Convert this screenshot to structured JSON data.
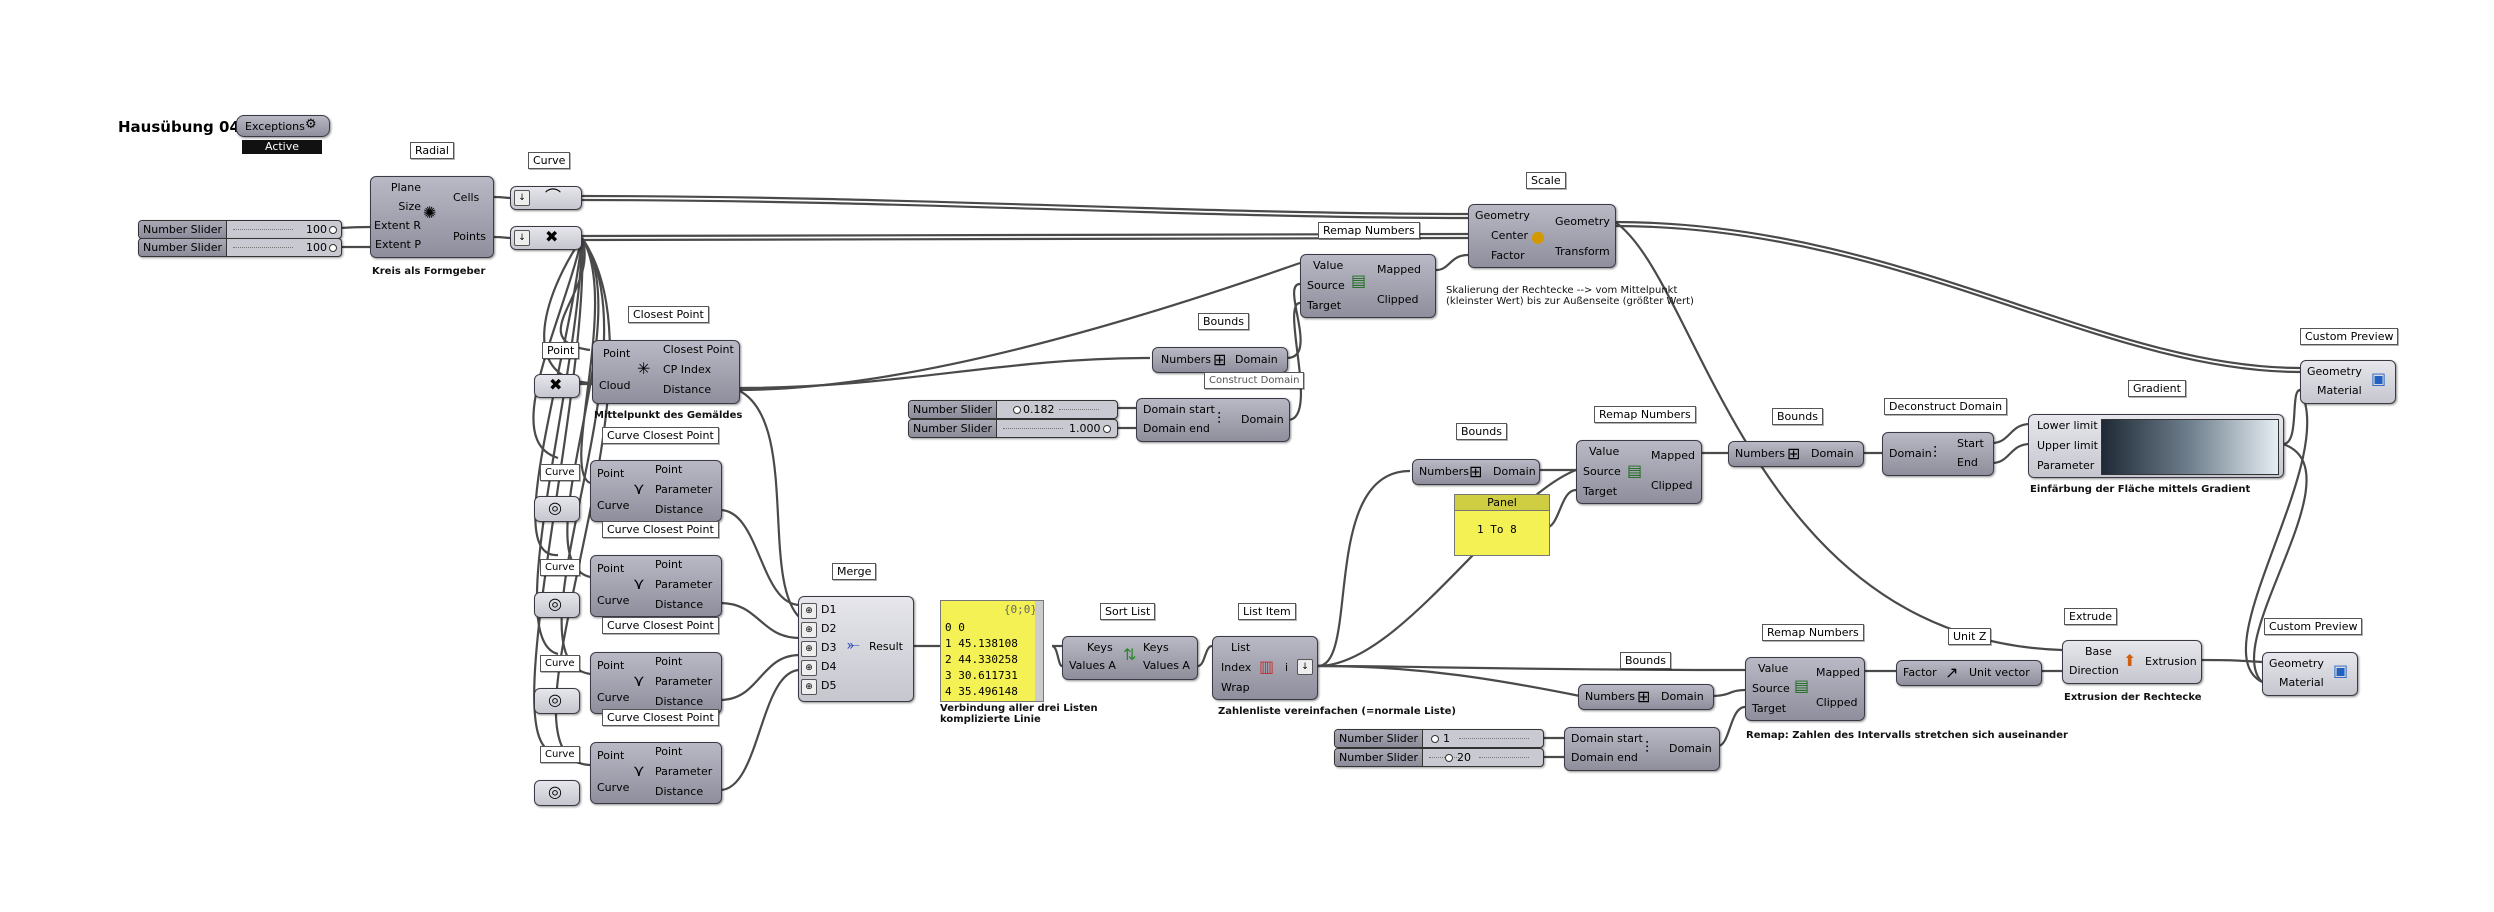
{
  "title": "Hausübung 04",
  "exceptions": {
    "label": "Exceptions",
    "state": "Active"
  },
  "sliders": {
    "extent_r": {
      "name": "Number Slider",
      "value": "100"
    },
    "extent_p": {
      "name": "Number Slider",
      "value": "100"
    },
    "domain_start": {
      "name": "Number Slider",
      "value": "0.182"
    },
    "domain_end": {
      "name": "Number Slider",
      "value": "1.000"
    },
    "remap_start": {
      "name": "Number Slider",
      "value": "1"
    },
    "remap_end": {
      "name": "Number Slider",
      "value": "20"
    }
  },
  "radial": {
    "tag": "Radial",
    "inputs": [
      "Plane",
      "Size",
      "Extent R",
      "Extent P"
    ],
    "outputs": [
      "Cells",
      "Points"
    ],
    "caption": "Kreis als Formgeber"
  },
  "curve_param": {
    "tag": "Curve"
  },
  "closest_point": {
    "tag": "Closest Point",
    "point_tag": "Point",
    "inputs": [
      "Point",
      "Cloud"
    ],
    "outputs": [
      "Closest Point",
      "CP Index",
      "Distance"
    ],
    "caption": "Mittelpunkt des Gemäldes"
  },
  "ccp": {
    "tag": "Curve Closest Point",
    "curve_tag": "Curve",
    "inputs": [
      "Point",
      "Curve"
    ],
    "outputs": [
      "Point",
      "Parameter",
      "Distance"
    ]
  },
  "merge": {
    "tag": "Merge",
    "inputs": [
      "D1",
      "D2",
      "D3",
      "D4",
      "D5"
    ],
    "output": "Result"
  },
  "panel_list": {
    "header": "{0;0}",
    "rows": [
      "0 0",
      "1 45.138108",
      "2 44.330258",
      "3 30.611731",
      "4 35.496148"
    ],
    "caption1": "Verbindung aller drei Listen",
    "caption2": "komplizierte Linie"
  },
  "sort_list": {
    "tag": "Sort List",
    "inputs": [
      "Keys",
      "Values A"
    ],
    "outputs": [
      "Keys",
      "Values A"
    ]
  },
  "list_item": {
    "tag": "List Item",
    "inputs": [
      "List",
      "Index",
      "Wrap"
    ],
    "output": "i",
    "caption": "Zahlenliste vereinfachen (=normale Liste)"
  },
  "bounds_top": {
    "tag": "Bounds",
    "input": "Numbers",
    "output": "Domain",
    "covered": "Construct Domain"
  },
  "construct_domain": {
    "inputs": [
      "Domain start",
      "Domain end"
    ],
    "output": "Domain"
  },
  "remap_top": {
    "tag": "Remap Numbers",
    "inputs": [
      "Value",
      "Source",
      "Target"
    ],
    "outputs": [
      "Mapped",
      "Clipped"
    ]
  },
  "scale": {
    "tag": "Scale",
    "inputs": [
      "Geometry",
      "Center",
      "Factor"
    ],
    "outputs": [
      "Geometry",
      "Transform"
    ],
    "caption1": "Skalierung der Rechtecke --> vom Mittelpunkt",
    "caption2": "(kleinster Wert) bis zur Außenseite (größter Wert)"
  },
  "bounds_mid": {
    "tag": "Bounds",
    "input": "Numbers",
    "output": "Domain"
  },
  "panel_range": {
    "header": "Panel",
    "text": "1 To 8"
  },
  "remap_mid": {
    "tag": "Remap Numbers",
    "inputs": [
      "Value",
      "Source",
      "Target"
    ],
    "outputs": [
      "Mapped",
      "Clipped"
    ]
  },
  "bounds_mid2": {
    "tag": "Bounds",
    "input": "Numbers",
    "output": "Domain"
  },
  "deconstruct_domain": {
    "tag": "Deconstruct Domain",
    "input": "Domain",
    "outputs": [
      "Start",
      "End"
    ]
  },
  "gradient": {
    "tag": "Gradient",
    "inputs": [
      "Lower limit",
      "Upper limit",
      "Parameter"
    ],
    "caption": "Einfärbung der Fläche mittels Gradient"
  },
  "custom_preview_top": {
    "tag": "Custom Preview",
    "inputs": [
      "Geometry",
      "Material"
    ]
  },
  "bounds_low": {
    "tag": "Bounds",
    "input": "Numbers",
    "output": "Domain"
  },
  "construct_domain_low": {
    "inputs": [
      "Domain start",
      "Domain end"
    ],
    "output": "Domain"
  },
  "remap_low": {
    "tag": "Remap Numbers",
    "inputs": [
      "Value",
      "Source",
      "Target"
    ],
    "outputs": [
      "Mapped",
      "Clipped"
    ],
    "caption": "Remap: Zahlen des Intervalls stretchen sich auseinander"
  },
  "unit_z": {
    "tag": "Unit Z",
    "input": "Factor",
    "output": "Unit vector"
  },
  "extrude": {
    "tag": "Extrude",
    "inputs": [
      "Base",
      "Direction"
    ],
    "output": "Extrusion",
    "caption": "Extrusion der Rechtecke"
  },
  "custom_preview_low": {
    "tag": "Custom Preview",
    "inputs": [
      "Geometry",
      "Material"
    ]
  },
  "colors": {
    "component": "#9a9aa8",
    "panel": "#f3f154",
    "wire": "#4a4a4a"
  }
}
